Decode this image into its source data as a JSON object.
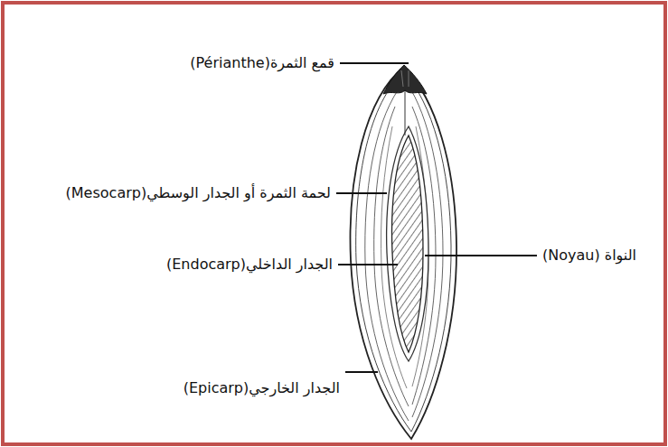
{
  "diagram": {
    "labels": [
      "قمع الثمرة(Périanthe)",
      "لحمة الثمرة أو الجدار الوسطي(Mesocarp)",
      "الجدار الداخلي(Endocarp)",
      "النواة (Noyau)",
      "الجدار الخارجي(Epicarp)"
    ]
  }
}
